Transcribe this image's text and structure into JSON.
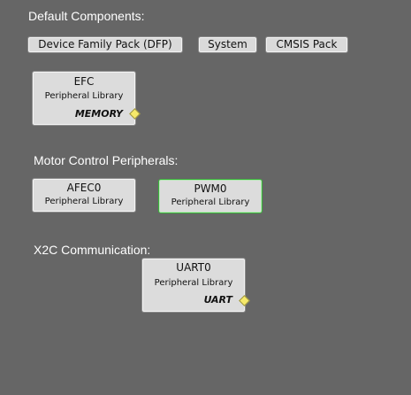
{
  "default_components": {
    "label": "Default Components:",
    "buttons": [
      "Device Family Pack (DFP)",
      "System",
      "CMSIS Pack"
    ]
  },
  "efc": {
    "title": "EFC",
    "subtitle": "Peripheral Library",
    "capability": "MEMORY"
  },
  "motor_control": {
    "label": "Motor Control Peripherals:",
    "afec": {
      "title": "AFEC0",
      "subtitle": "Peripheral Library"
    },
    "pwm": {
      "title": "PWM0",
      "subtitle": "Peripheral Library"
    }
  },
  "x2c": {
    "label": "X2C Communication:",
    "uart": {
      "title": "UART0",
      "subtitle": "Peripheral Library",
      "capability": "UART"
    }
  },
  "colors": {
    "background": "#666666",
    "node_fill": "#dcdcdc",
    "selected_border": "#3bb33b",
    "port_fill": "#f6e96a"
  }
}
